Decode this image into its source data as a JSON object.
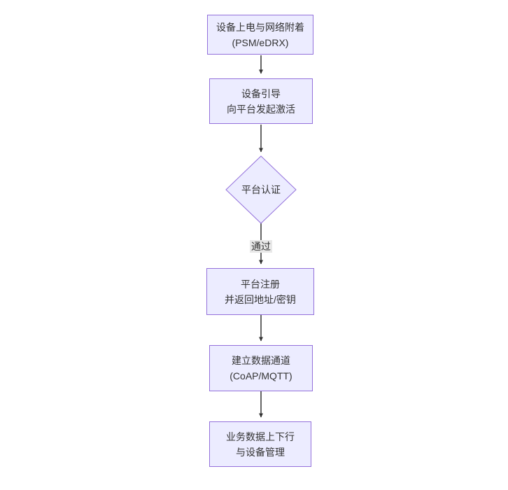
{
  "diagram": {
    "type": "flowchart-vertical",
    "colors": {
      "node_fill": "#ECECFF",
      "node_border": "#9370DB",
      "text": "#333333",
      "edge": "#333333",
      "edge_label_bg": "#e8e8e8",
      "background": "#ffffff"
    },
    "nodes": [
      {
        "id": "A",
        "shape": "rect",
        "lines": [
          "设备上电与网络附着",
          "(PSM/eDRX)"
        ]
      },
      {
        "id": "B",
        "shape": "rect",
        "lines": [
          "设备引导",
          "向平台发起激活"
        ]
      },
      {
        "id": "C",
        "shape": "diamond",
        "lines": [
          "平台认证"
        ]
      },
      {
        "id": "D",
        "shape": "rect",
        "lines": [
          "平台注册",
          "并返回地址/密钥"
        ]
      },
      {
        "id": "E",
        "shape": "rect",
        "lines": [
          "建立数据通道",
          "(CoAP/MQTT)"
        ]
      },
      {
        "id": "F",
        "shape": "rect",
        "lines": [
          "业务数据上下行",
          "与设备管理"
        ]
      }
    ],
    "edges": [
      {
        "from": "A",
        "to": "B",
        "label": ""
      },
      {
        "from": "B",
        "to": "C",
        "label": ""
      },
      {
        "from": "C",
        "to": "D",
        "label": "通过"
      },
      {
        "from": "D",
        "to": "E",
        "label": ""
      },
      {
        "from": "E",
        "to": "F",
        "label": ""
      }
    ]
  }
}
